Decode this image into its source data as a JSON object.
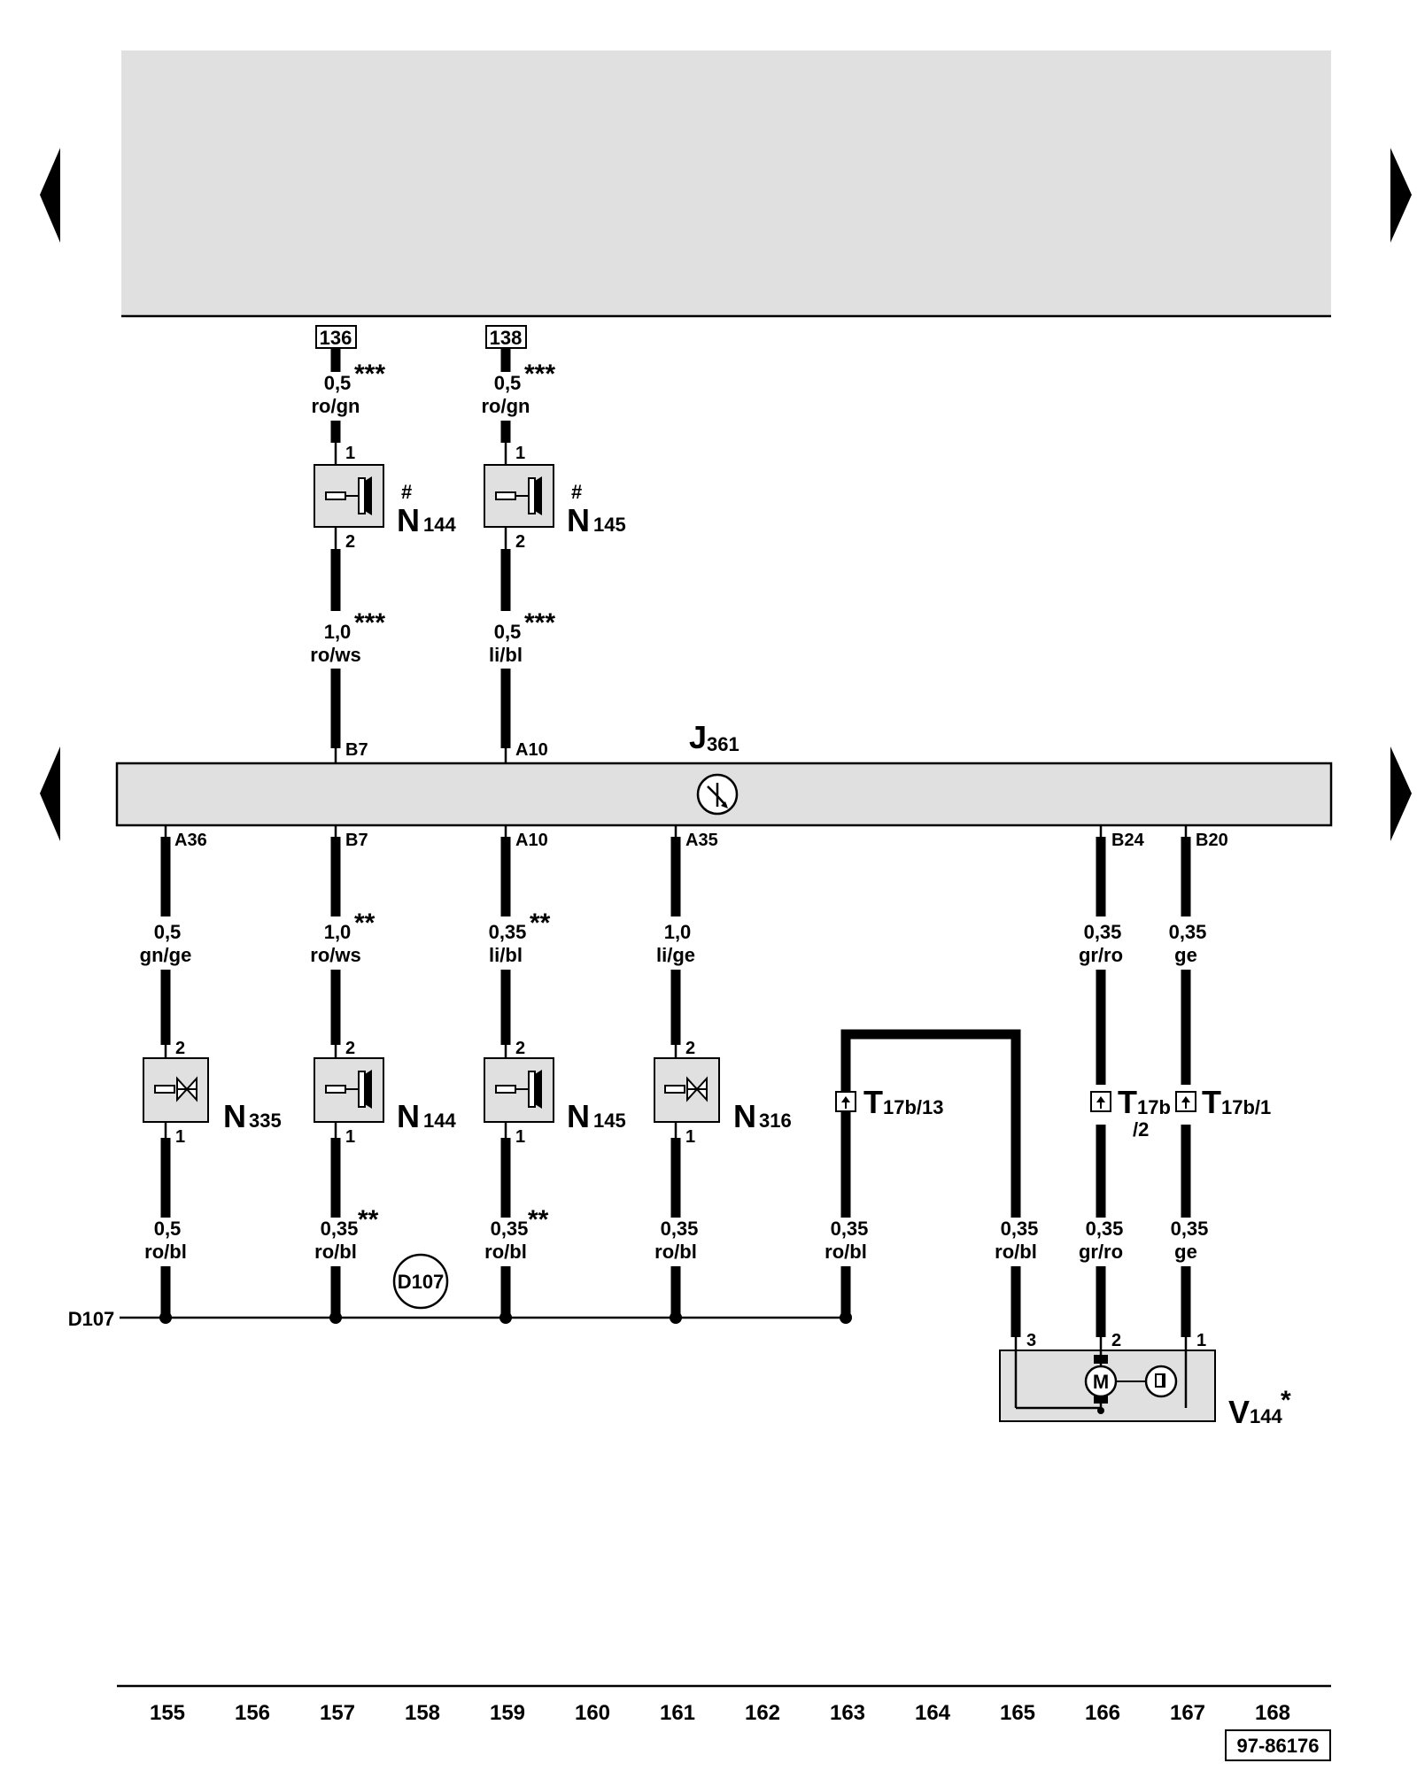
{
  "refs": {
    "ref_136": "136",
    "ref_138": "138"
  },
  "j361": {
    "main": "J",
    "sub": "361"
  },
  "pins_top": {
    "b7": "B7",
    "a10": "A10"
  },
  "pins_bottom": {
    "a36": "A36",
    "b7": "B7",
    "a10": "A10",
    "a35": "A35",
    "b24": "B24",
    "b20": "B20"
  },
  "top_wires": [
    {
      "size": "0,5",
      "stars": "***",
      "color": "ro/gn"
    },
    {
      "size": "1,0",
      "stars": "***",
      "color": "ro/ws"
    },
    {
      "size": "0,5",
      "stars": "***",
      "color": "ro/gn"
    },
    {
      "size": "0,5",
      "stars": "***",
      "color": "li/bl"
    }
  ],
  "mid_wires": [
    {
      "size": "0,5",
      "stars": "",
      "color": "gn/ge"
    },
    {
      "size": "1,0",
      "stars": "**",
      "color": "ro/ws"
    },
    {
      "size": "0,35",
      "stars": "**",
      "color": "li/bl"
    },
    {
      "size": "1,0",
      "stars": "",
      "color": "li/ge"
    },
    {
      "size": "0,35",
      "stars": "",
      "color": "gr/ro"
    },
    {
      "size": "0,35",
      "stars": "",
      "color": "ge"
    }
  ],
  "low_wires": [
    {
      "size": "0,5",
      "stars": "",
      "color": "ro/bl"
    },
    {
      "size": "0,35",
      "stars": "**",
      "color": "ro/bl"
    },
    {
      "size": "0,35",
      "stars": "**",
      "color": "ro/bl"
    },
    {
      "size": "0,35",
      "stars": "",
      "color": "ro/bl"
    },
    {
      "size": "0,35",
      "stars": "",
      "color": "ro/bl"
    },
    {
      "size": "0,35",
      "stars": "",
      "color": "ro/bl"
    },
    {
      "size": "0,35",
      "stars": "",
      "color": "gr/ro"
    },
    {
      "size": "0,35",
      "stars": "",
      "color": "ge"
    }
  ],
  "components": {
    "n144_top": {
      "main": "N",
      "sub": "144",
      "mark": "#"
    },
    "n145_top": {
      "main": "N",
      "sub": "145",
      "mark": "#"
    },
    "n335": {
      "main": "N",
      "sub": "335"
    },
    "n144": {
      "main": "N",
      "sub": "144"
    },
    "n145": {
      "main": "N",
      "sub": "145"
    },
    "n316": {
      "main": "N",
      "sub": "316"
    },
    "v144": {
      "main": "V",
      "sub": "144",
      "mark": "*",
      "motor": "M"
    }
  },
  "connectors": {
    "t17b13": {
      "main": "T",
      "sub": "17b/13"
    },
    "t17b2": {
      "main": "T",
      "sub": "17b",
      "sub2": "/2"
    },
    "t17b1": {
      "main": "T",
      "sub": "17b/1"
    }
  },
  "comp_pins": {
    "p1": "1",
    "p2": "2",
    "p3": "3"
  },
  "ground": {
    "label": "D107",
    "circle": "D107"
  },
  "columns": [
    "155",
    "156",
    "157",
    "158",
    "159",
    "160",
    "161",
    "162",
    "163",
    "164",
    "165",
    "166",
    "167",
    "168"
  ],
  "doc_number": "97-86176"
}
